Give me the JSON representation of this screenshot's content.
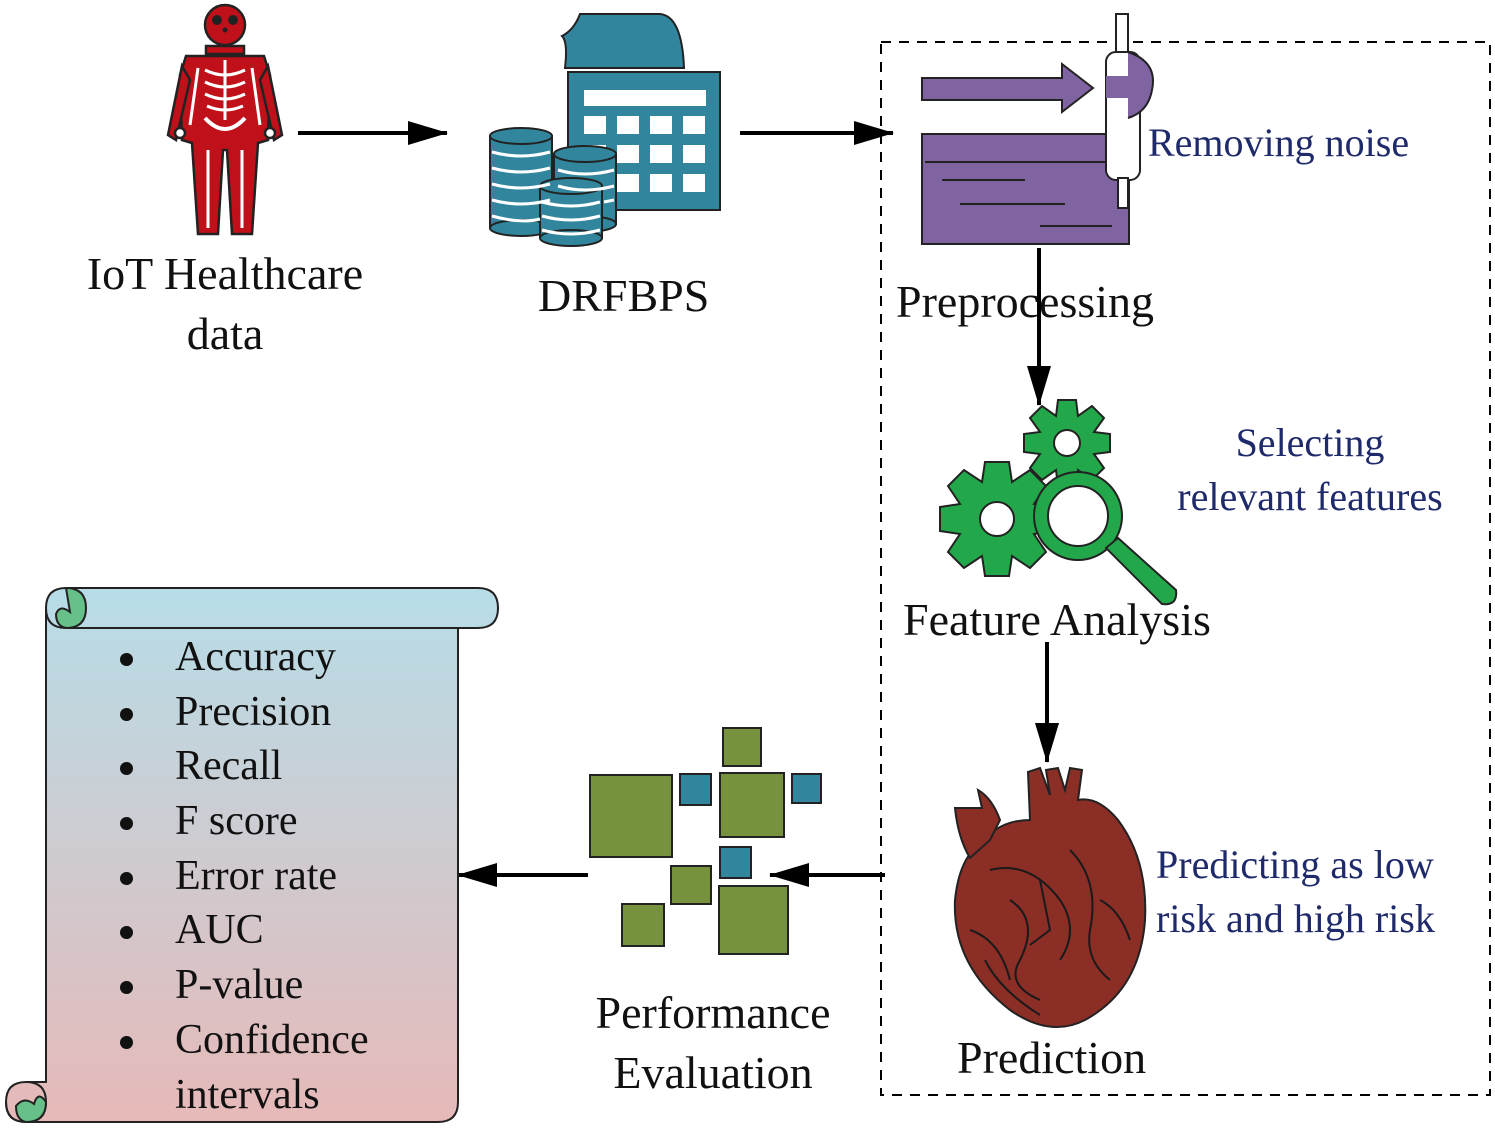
{
  "nodes": {
    "iot": {
      "line1": "IoT Healthcare",
      "line2": "data"
    },
    "drfbps": {
      "label": "DRFBPS"
    },
    "preprocessing": {
      "label": "Preprocessing",
      "note": "Removing noise"
    },
    "feature_analysis": {
      "label": "Feature Analysis",
      "note_line1": "Selecting",
      "note_line2": "relevant features"
    },
    "prediction": {
      "label": "Prediction",
      "note_line1": "Predicting as low",
      "note_line2": "risk and high risk"
    },
    "performance": {
      "line1": "Performance",
      "line2": "Evaluation"
    }
  },
  "metrics": [
    "Accuracy",
    "Precision",
    "Recall",
    "F score",
    "Error rate",
    "AUC",
    "P-value",
    "Confidence",
    "intervals"
  ],
  "colors": {
    "skeleton_red": "#c0111a",
    "calendar_teal": "#31859c",
    "preprocess_purple": "#8064a2",
    "gear_green": "#22a84a",
    "heart_brown": "#8b2e26",
    "tile_green": "#76923c",
    "tile_teal": "#31859c",
    "note_text": "#1f2a6b",
    "scroll_top": "#b7dde8",
    "scroll_bottom": "#e6b9b8"
  },
  "icons": [
    "skeleton-icon",
    "database-calendar-icon",
    "filter-document-icon",
    "gears-magnifier-icon",
    "heart-icon",
    "tiles-icon",
    "scroll-icon"
  ]
}
